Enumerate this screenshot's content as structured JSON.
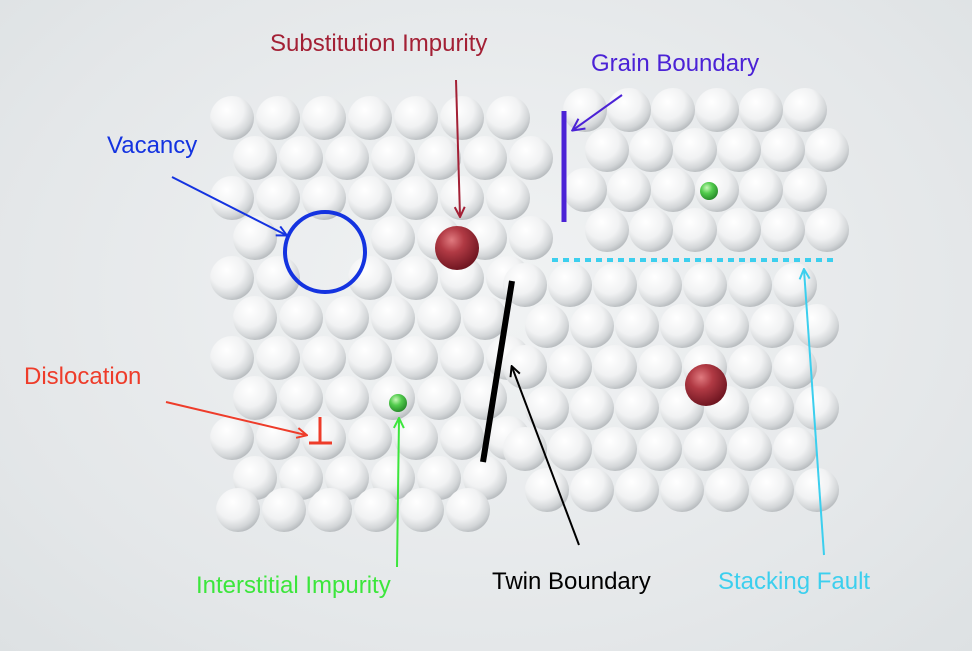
{
  "labels": {
    "substitution_impurity": "Substitution Impurity",
    "grain_boundary": "Grain Boundary",
    "vacancy": "Vacancy",
    "dislocation": "Dislocation",
    "interstitial_impurity": "Interstitial Impurity",
    "twin_boundary": "Twin Boundary",
    "stacking_fault": "Stacking Fault"
  },
  "colors": {
    "substitution_impurity": "#a32035",
    "grain_boundary": "#4b22d6",
    "vacancy": "#1433e0",
    "dislocation": "#ee3c2a",
    "interstitial_impurity": "#3ce63c",
    "twin_boundary": "#000000",
    "stacking_fault": "#3ccfee",
    "atom": "#f4f4f4",
    "impurity_atom": "#a3303a",
    "interstitial_atom": "#3fc94a"
  },
  "dislocation_symbol": "⊥"
}
